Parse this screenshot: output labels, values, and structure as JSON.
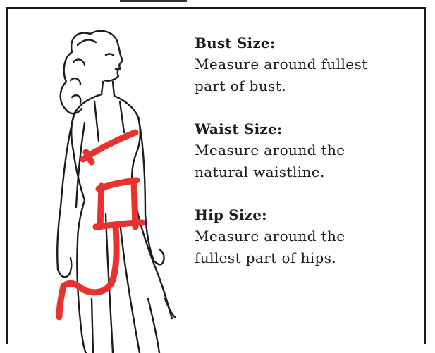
{
  "sections": [
    {
      "title": "Bust Size:",
      "text": "Measure around fullest\npart of bust."
    },
    {
      "title": "Waist Size:",
      "text": "Measure around the\nnatural waistline."
    },
    {
      "title": "Hip Size:",
      "text": "Measure around the\nfullest part of hips."
    }
  ],
  "colors": {
    "measure_line": "#e8322e",
    "ink": "#1c1c1c",
    "border": "#1a1a1a"
  }
}
